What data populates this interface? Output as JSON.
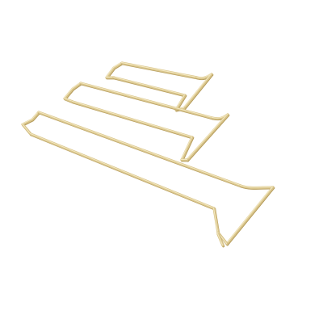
{
  "image": {
    "subject": "three-wire-glass-hanger-racks",
    "background_color": "#ffffff",
    "wire_color": "#d8c48a",
    "wire_highlight_color": "#f3e7bf",
    "wire_shadow_color": "#b49a5a"
  },
  "racks": [
    {
      "name": "small-rack",
      "size": "small"
    },
    {
      "name": "medium-rack",
      "size": "medium"
    },
    {
      "name": "large-rack",
      "size": "large"
    }
  ]
}
